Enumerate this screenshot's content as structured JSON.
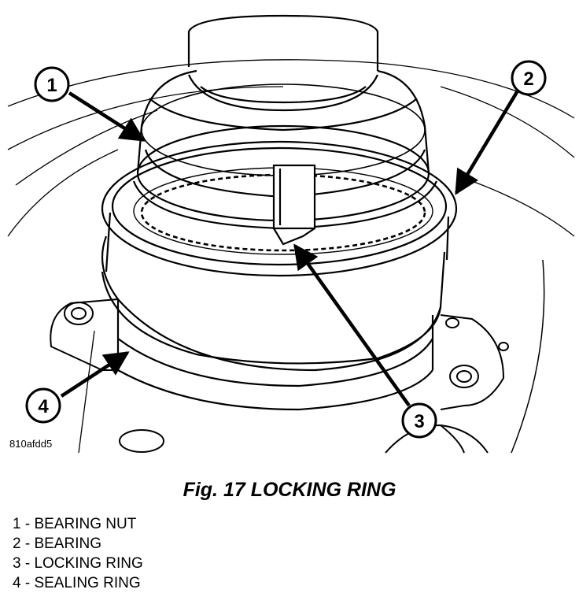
{
  "figure": {
    "drawing_id": "810afdd5",
    "caption": "Fig. 17 LOCKING RING",
    "callouts": [
      {
        "number": "1"
      },
      {
        "number": "2"
      },
      {
        "number": "3"
      },
      {
        "number": "4"
      }
    ],
    "legend": [
      {
        "text": "1 - BEARING NUT"
      },
      {
        "text": "2 - BEARING"
      },
      {
        "text": "3 - LOCKING RING"
      },
      {
        "text": "4 - SEALING RING"
      }
    ]
  }
}
